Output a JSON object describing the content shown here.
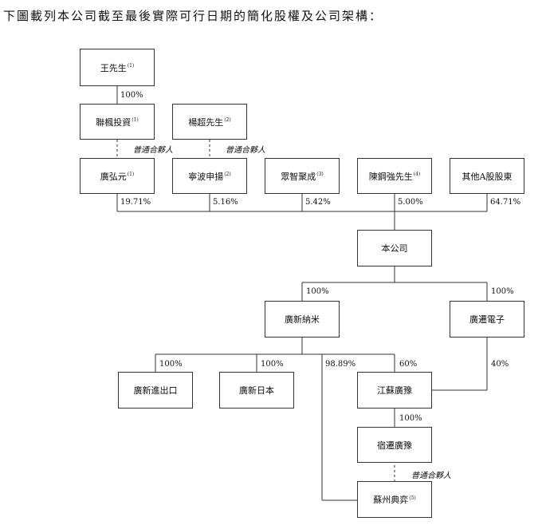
{
  "title": "下圖載列本公司截至最後實際可行日期的簡化股權及公司架構：",
  "nodes": {
    "wang": {
      "label": "王先生",
      "note": "(1)"
    },
    "lianfeng": {
      "label": "聯楓投資",
      "note": "(1)"
    },
    "yang": {
      "label": "楊超先生",
      "note": "(2)"
    },
    "guanghongyuan": {
      "label": "廣弘元",
      "note": "(1)"
    },
    "ningbo": {
      "label": "寧波申揚",
      "note": "(2)"
    },
    "juzhi": {
      "label": "眾智聚成",
      "note": "(3)"
    },
    "chen": {
      "label": "陳鋼強先生",
      "note": "(4)"
    },
    "others": {
      "label": "其他A股股東",
      "note": ""
    },
    "company": {
      "label": "本公司",
      "note": ""
    },
    "guangxinnami": {
      "label": "廣新納米",
      "note": ""
    },
    "guangqian": {
      "label": "廣遷電子",
      "note": ""
    },
    "guangxinjin": {
      "label": "廣新進出口",
      "note": ""
    },
    "guangxinriben": {
      "label": "廣新日本",
      "note": ""
    },
    "jiangsu": {
      "label": "江蘇廣豫",
      "note": ""
    },
    "suqian": {
      "label": "宿遷廣豫",
      "note": ""
    },
    "suzhou": {
      "label": "蘇州典弈",
      "note": "(5)"
    }
  },
  "percents": {
    "wang_lianfeng": "100%",
    "ghy": "19.71%",
    "nb": "5.16%",
    "jz": "5.42%",
    "chen": "5.00%",
    "others": "64.71%",
    "co_gxnm": "100%",
    "co_gq": "100%",
    "gxnm_jin": "100%",
    "gxnm_rb": "100%",
    "gxnm_sz": "98.89%",
    "gxnm_js": "60%",
    "gq_js": "40%",
    "js_sq": "100%"
  },
  "gp_label": "普通合夥人"
}
